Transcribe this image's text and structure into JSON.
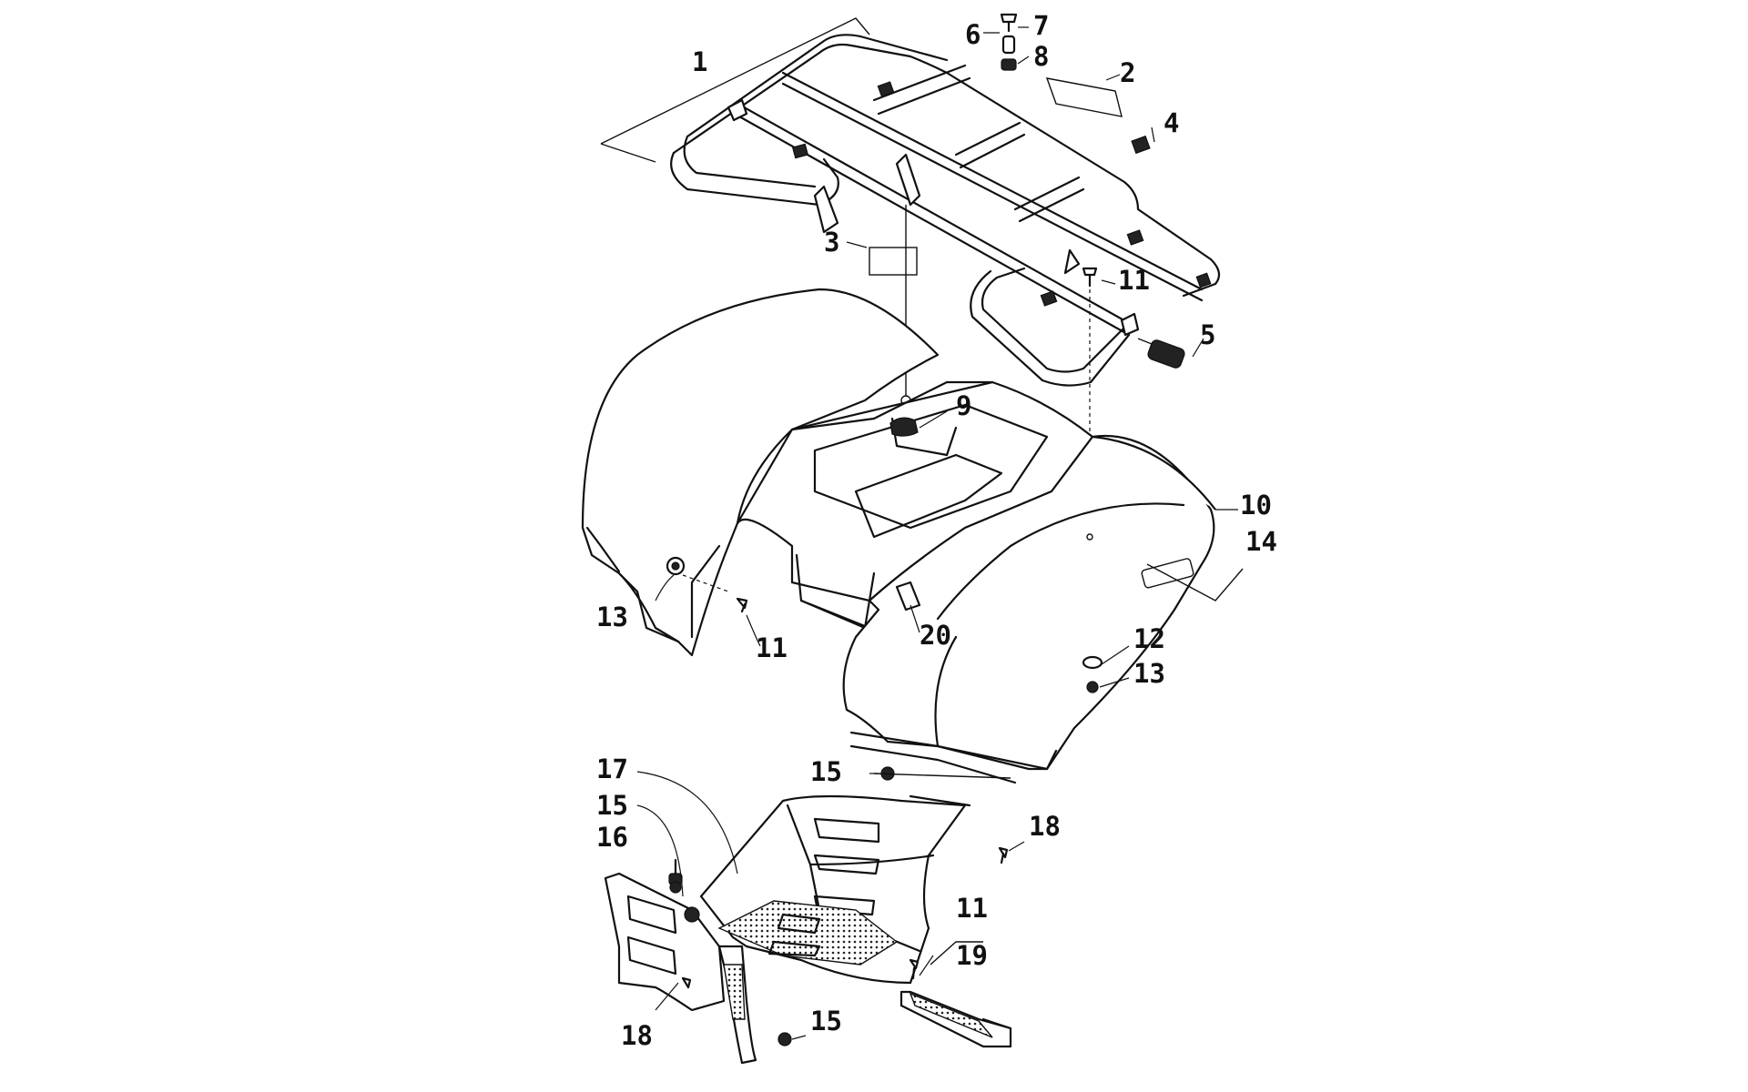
{
  "diagram": {
    "callouts": {
      "c1": "1",
      "c2": "2",
      "c3": "3",
      "c4": "4",
      "c5": "5",
      "c6": "6",
      "c7": "7",
      "c8": "8",
      "c9": "9",
      "c10": "10",
      "c11a": "11",
      "c11b": "11",
      "c11c": "11",
      "c12": "12",
      "c13a": "13",
      "c13b": "13",
      "c14": "14",
      "c15a": "15",
      "c15b": "15",
      "c15c": "15",
      "c16": "16",
      "c17": "17",
      "c18a": "18",
      "c18b": "18",
      "c19": "19",
      "c20": "20"
    }
  }
}
